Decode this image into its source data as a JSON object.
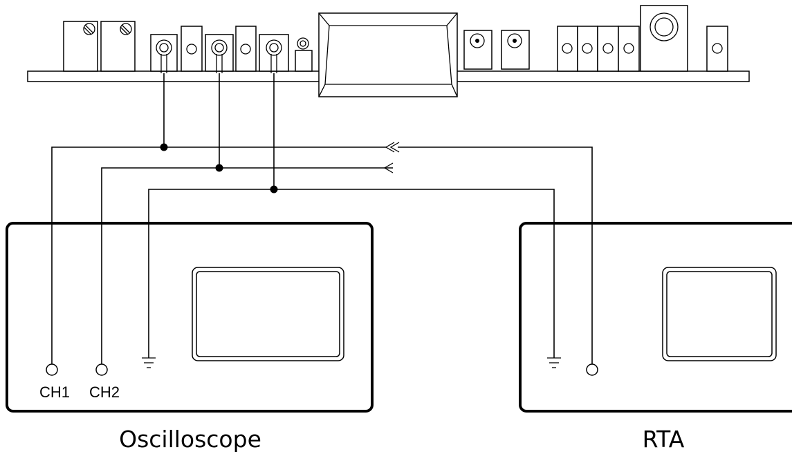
{
  "diagram": {
    "circuit_board": {
      "components": [
        "trimmer-pot",
        "trimmer-pot",
        "rca-jack",
        "slide-switch",
        "rca-jack",
        "slide-switch",
        "rca-jack",
        "test-point",
        "transformer",
        "rca-jack",
        "rca-jack",
        "slide-switch",
        "slide-switch",
        "slide-switch",
        "slide-switch",
        "coax-connector",
        "slide-switch"
      ]
    },
    "oscilloscope": {
      "label": "Oscilloscope",
      "ch1_label": "CH1",
      "ch2_label": "CH2"
    },
    "rta": {
      "label": "RTA"
    },
    "colors": {
      "line": "#000000",
      "background": "#ffffff"
    }
  }
}
